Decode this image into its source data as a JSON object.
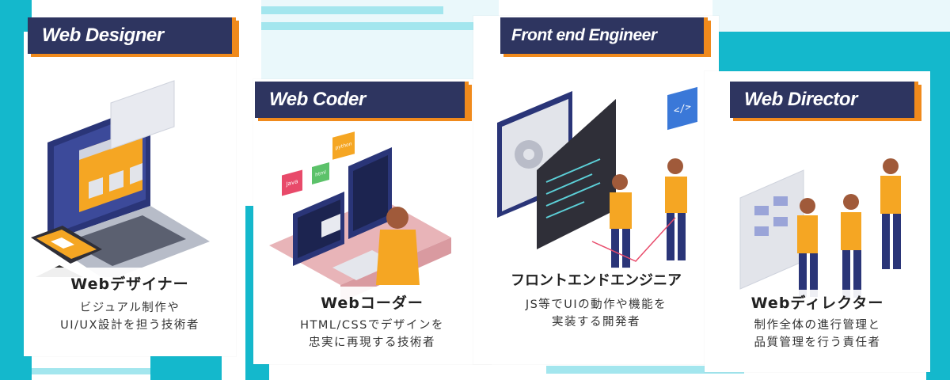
{
  "cards": [
    {
      "title": "Web Designer",
      "role": "Webデザイナー",
      "desc1": "ビジュアル制作や",
      "desc2": "UI/UX設計を担う技術者"
    },
    {
      "title": "Web Coder",
      "role": "Webコーダー",
      "desc1": "HTML/CSSでデザインを",
      "desc2": "忠実に再現する技術者"
    },
    {
      "title": "Front end Engineer",
      "role": "フロントエンドエンジニア",
      "desc1": "JS等でUIの動作や機能を",
      "desc2": "実装する開発者"
    },
    {
      "title": "Web Director",
      "role": "Webディレクター",
      "desc1": "制作全体の進行管理と",
      "desc2": "品質管理を行う責任者"
    }
  ],
  "badges": {
    "java": "Java",
    "html": "html",
    "python": "python",
    "code": "</>"
  },
  "colors": {
    "navy": "#2e3560",
    "orange": "#f08a1c",
    "teal": "#14b8cc",
    "light_teal": "#a3e6ee"
  }
}
